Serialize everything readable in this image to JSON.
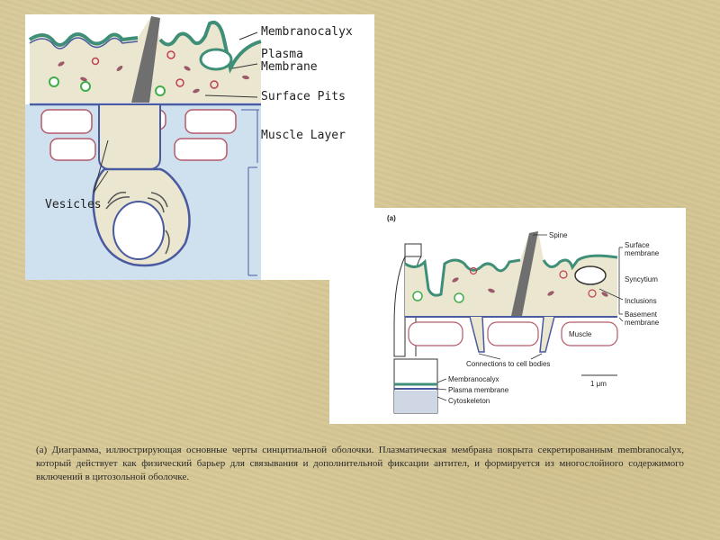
{
  "left_diagram": {
    "labels": {
      "membranocalyx": "Membranocalyx",
      "plasma_membrane_1": "Plasma",
      "plasma_membrane_2": "Membrane",
      "surface_pits": "Surface Pits",
      "muscle_layer": "Muscle Layer",
      "vesicles": "Vesicles"
    }
  },
  "right_diagram": {
    "labels": {
      "panel_letter": "(a)",
      "spine": "Spine",
      "surface_membrane_1": "Surface",
      "surface_membrane_2": "membrane",
      "syncytium": "Syncytium",
      "inclusions": "Inclusions",
      "basement_membrane_1": "Basement",
      "basement_membrane_2": "membrane",
      "muscle": "Muscle",
      "connections": "Connections to cell bodies",
      "scale_bar": "1 μm",
      "membranocalyx": "Membranocalyx",
      "plasma_membrane": "Plasma membrane",
      "cytoskeleton": "Cytoskeleton"
    }
  },
  "caption": "(a) Диаграмма, иллюстрирующая основные черты синцитиальной оболочки. Плазматическая мембрана покрыта секретированным membranocalyx, который действует как физический барьер для связывания и дополнительной фиксации антител, и формируется из многослойного содержимого включений в цитозольной оболочке.",
  "colors": {
    "page_background": "#d7c896",
    "cytoplasm": "#ebe6cf",
    "membranocalyx": "#3f8f78",
    "plasma_membrane": "#4a5aa0",
    "muscle_region": "#cfe0ee",
    "muscle_cell_outline": "#b45a6a",
    "spine": "#6f6f6f",
    "vesicle_green": "#3fae4a"
  }
}
